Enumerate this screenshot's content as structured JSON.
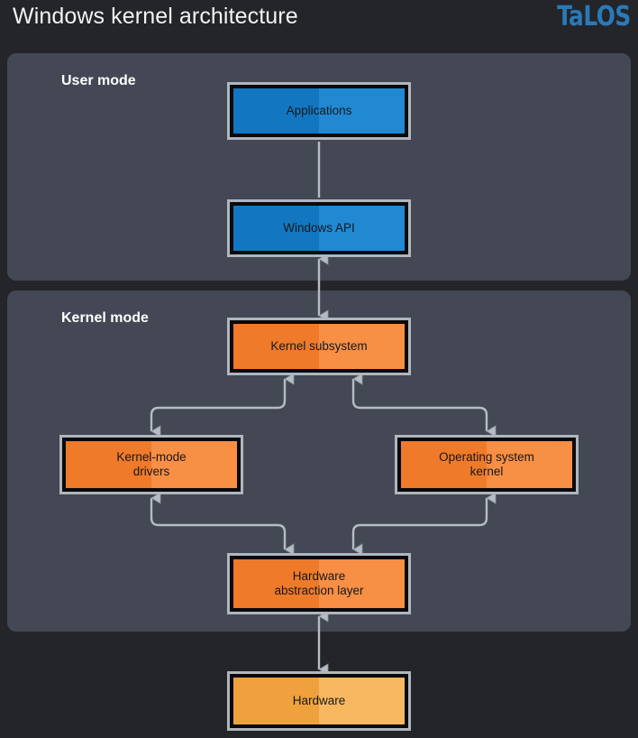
{
  "header": {
    "title": "Windows kernel architecture",
    "brand": "TaLOS",
    "brand_color": "#2a7ab8",
    "title_color": "#f2f3f5"
  },
  "theme": {
    "page_background": "#242529",
    "panel_background": "#434854",
    "box_outer_border": "#b0b6bd",
    "box_inner_border": "#0a0a0c",
    "connector_color": "#b6bcc3",
    "blue_left": "#1277c0",
    "blue_right": "#2089d2",
    "orange_left": "#ef7a29",
    "orange_right": "#f78f45",
    "amber_left": "#efa13d",
    "amber_right": "#f8b761"
  },
  "panels": [
    {
      "id": "user-mode",
      "label": "User mode"
    },
    {
      "id": "kernel-mode",
      "label": "Kernel mode"
    }
  ],
  "nodes": [
    {
      "id": "applications",
      "label": "Applications",
      "color": "blue"
    },
    {
      "id": "windows-api",
      "label": "Windows API",
      "color": "blue"
    },
    {
      "id": "kernel-subsystem",
      "label": "Kernel subsystem",
      "color": "orange"
    },
    {
      "id": "kernel-mode-drivers",
      "label": "Kernel-mode\ndrivers",
      "color": "orange"
    },
    {
      "id": "os-kernel",
      "label": "Operating system\nkernel",
      "color": "orange"
    },
    {
      "id": "hal",
      "label": "Hardware\nabstraction layer",
      "color": "orange"
    },
    {
      "id": "hardware",
      "label": "Hardware",
      "color": "amber"
    }
  ],
  "connections": [
    {
      "from": "applications",
      "to": "windows-api",
      "style": "straight",
      "arrows": "both"
    },
    {
      "from": "windows-api",
      "to": "kernel-subsystem",
      "style": "straight",
      "arrows": "both"
    },
    {
      "from": "kernel-subsystem",
      "to": "kernel-mode-drivers",
      "style": "elbow",
      "arrows": "both"
    },
    {
      "from": "kernel-subsystem",
      "to": "os-kernel",
      "style": "elbow",
      "arrows": "both"
    },
    {
      "from": "kernel-mode-drivers",
      "to": "hal",
      "style": "elbow",
      "arrows": "both"
    },
    {
      "from": "os-kernel",
      "to": "hal",
      "style": "elbow",
      "arrows": "both"
    },
    {
      "from": "hal",
      "to": "hardware",
      "style": "straight",
      "arrows": "both"
    }
  ]
}
